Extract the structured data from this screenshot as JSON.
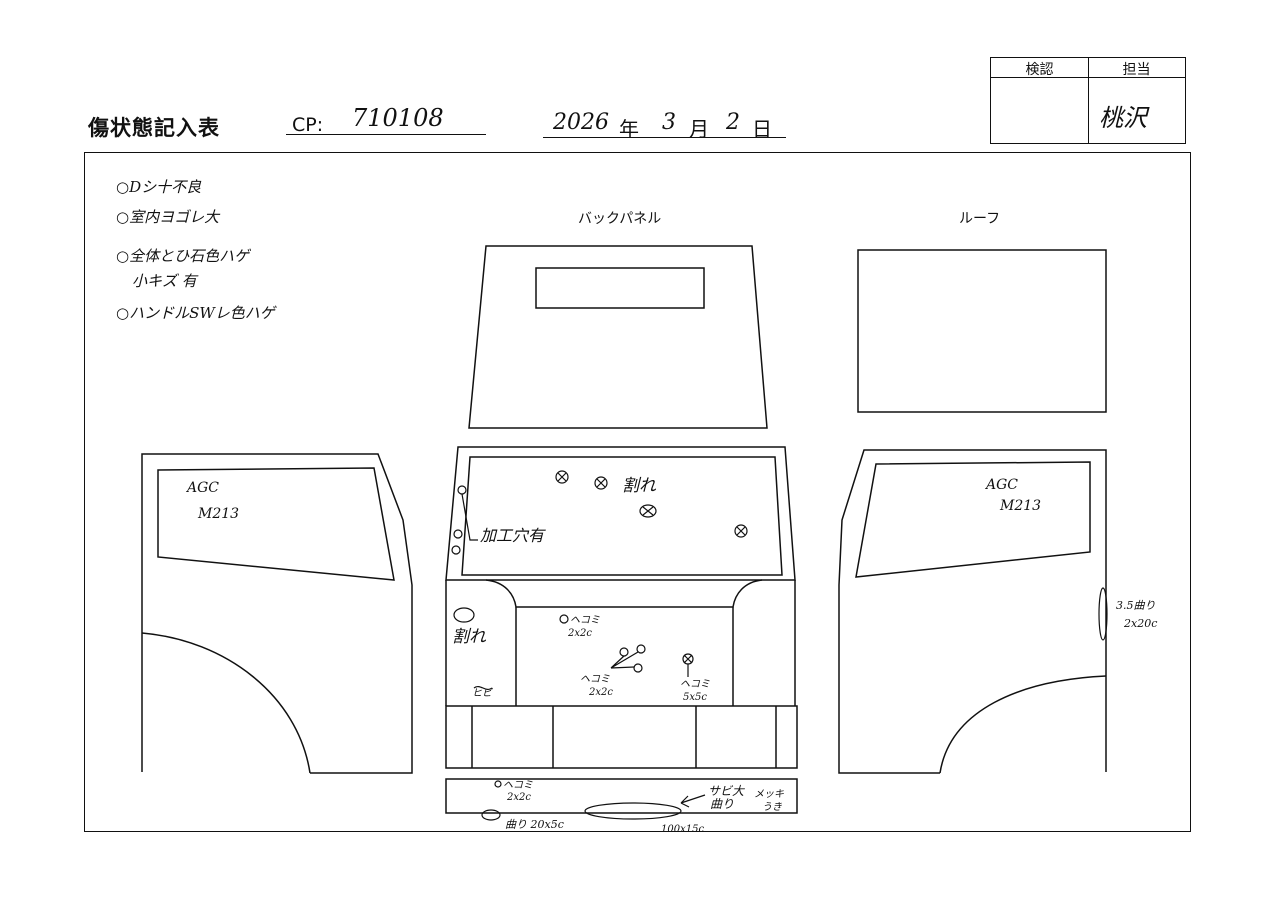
{
  "header": {
    "title": "傷状態記入表",
    "cp_label": "CP:",
    "cp_value": "710108",
    "date_year": "2026",
    "date_year_unit": "年",
    "date_month": "3",
    "date_month_unit": "月",
    "date_day": "2",
    "date_day_unit": "日"
  },
  "stamp": {
    "check_label": "検認",
    "charge_label": "担当",
    "charge_signature": "桃沢"
  },
  "notes": [
    "○Dシ十不良",
    "○室内ヨゴレ大",
    "○全体とひ石色ハゲ",
    "小キズ 有",
    "○ハンドルSWレ色ハゲ"
  ],
  "panels": {
    "back_panel": "バックパネル",
    "roof": "ルーフ"
  },
  "annotations": {
    "left_door_glass": [
      "AGC",
      "M213"
    ],
    "right_door_glass": [
      "AGC",
      "M213"
    ],
    "rear_glass_crack": "割れ",
    "rear_glass_processing": "加工穴有",
    "left_crack": "割れ",
    "left_small": "ヒビ",
    "rear_body_1": [
      "ヘコミ",
      "2x2c"
    ],
    "rear_body_2": [
      "ヘコミ",
      "2x2c"
    ],
    "rear_body_3": [
      "ヘコミ",
      "5x5c"
    ],
    "right_side": [
      "3.5曲り",
      "2x20c"
    ],
    "bumper_1": [
      "ヘコミ",
      "2x2c"
    ],
    "bumper_2": "曲り 20x5c",
    "bumper_3": [
      "サビ大",
      "曲り"
    ],
    "bumper_4": [
      "メッキ",
      "うき"
    ],
    "bumper_5": "100x15c"
  }
}
